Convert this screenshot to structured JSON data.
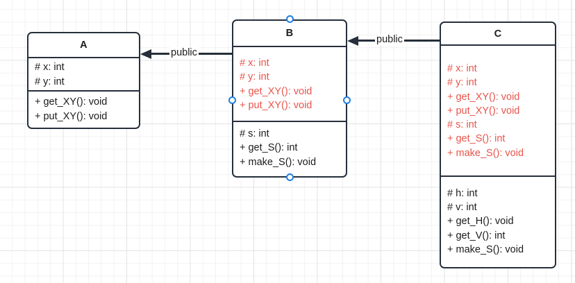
{
  "diagram": {
    "type": "uml-class-diagram",
    "background": "grid",
    "colors": {
      "border": "#262f3b",
      "text": "#1b1b1b",
      "inherited_member": "#e8544b",
      "selection_handle": "#1d7fe0",
      "canvas": "#ffffff",
      "grid_minor": "#f2f2f2",
      "grid_major": "#e3e3e3"
    },
    "classes": [
      {
        "id": "A",
        "name": "A",
        "attributes": [
          {
            "text": "# x: int",
            "inherited": false
          },
          {
            "text": "# y: int",
            "inherited": false
          }
        ],
        "operations": [
          {
            "text": "+ get_XY(): void",
            "inherited": false
          },
          {
            "text": "+ put_XY(): void",
            "inherited": false
          }
        ]
      },
      {
        "id": "B",
        "name": "B",
        "selected": true,
        "attributes": [
          {
            "text": "# x: int",
            "inherited": true
          },
          {
            "text": "# y: int",
            "inherited": true
          },
          {
            "text": "+ get_XY(): void",
            "inherited": true
          },
          {
            "text": "+ put_XY(): void",
            "inherited": true
          }
        ],
        "operations": [
          {
            "text": "# s: int",
            "inherited": false
          },
          {
            "text": "+ get_S(): int",
            "inherited": false
          },
          {
            "text": "+ make_S(): void",
            "inherited": false
          }
        ]
      },
      {
        "id": "C",
        "name": "C",
        "attributes": [
          {
            "text": "# x: int",
            "inherited": true
          },
          {
            "text": "# y: int",
            "inherited": true
          },
          {
            "text": "+ get_XY(): void",
            "inherited": true
          },
          {
            "text": "+ put_XY(): void",
            "inherited": true
          },
          {
            "text": "# s: int",
            "inherited": true
          },
          {
            "text": "+ get_S(): int",
            "inherited": true
          },
          {
            "text": "+ make_S(): void",
            "inherited": true
          }
        ],
        "operations": [
          {
            "text": "# h: int",
            "inherited": false
          },
          {
            "text": "# v: int",
            "inherited": false
          },
          {
            "text": "+ get_H(): void",
            "inherited": false
          },
          {
            "text": "+ get_V(): int",
            "inherited": false
          },
          {
            "text": "+ make_S(): void",
            "inherited": false
          }
        ]
      }
    ],
    "connectors": [
      {
        "id": "b-a",
        "from": "B",
        "to": "A",
        "label": "public",
        "kind": "generalization"
      },
      {
        "id": "c-b",
        "from": "C",
        "to": "B",
        "label": "public",
        "kind": "generalization"
      }
    ],
    "handles": [
      {
        "name": "top"
      },
      {
        "name": "bottom"
      },
      {
        "name": "left"
      },
      {
        "name": "right"
      }
    ]
  }
}
